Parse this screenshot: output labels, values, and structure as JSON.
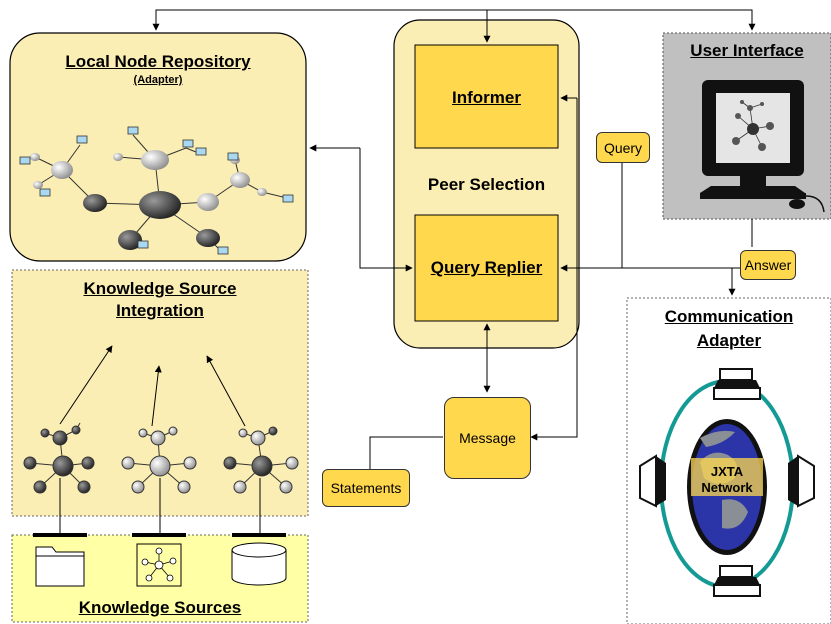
{
  "local_node_repository": {
    "title": "Local Node Repository",
    "subtitle": "(Adapter)"
  },
  "knowledge_source_integration": {
    "title_line1": "Knowledge Source",
    "title_line2": "Integration"
  },
  "knowledge_sources": {
    "title": "Knowledge Sources"
  },
  "peer_selection": {
    "informer": "Informer",
    "label": "Peer Selection",
    "query_replier": "Query Replier"
  },
  "user_interface": {
    "title": "User Interface"
  },
  "communication_adapter": {
    "title_line1": "Communication",
    "title_line2": "Adapter",
    "network_line1": "JXTA",
    "network_line2": "Network"
  },
  "messages": {
    "query": "Query",
    "answer": "Answer",
    "message": "Message",
    "statements": "Statements"
  },
  "colors": {
    "panel_light": "#fbeeb4",
    "box_yellow": "#ffd84d",
    "ui_gray": "#c0c0c0",
    "ring_teal": "#149a94",
    "globe_blue": "#2b35a8"
  }
}
